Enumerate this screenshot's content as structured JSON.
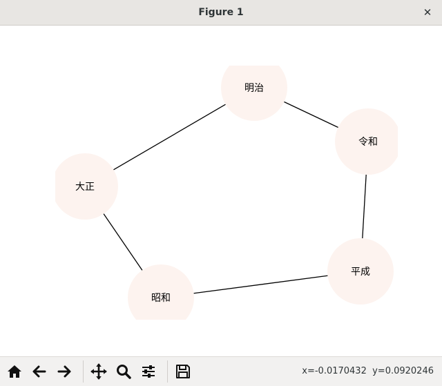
{
  "window": {
    "title": "Figure 1"
  },
  "graph": {
    "node_color": "#fdf3ef",
    "edge_color": "#000000",
    "nodes": [
      {
        "id": "meiji",
        "label": "明治"
      },
      {
        "id": "reiwa",
        "label": "令和"
      },
      {
        "id": "heisei",
        "label": "平成"
      },
      {
        "id": "showa",
        "label": "昭和"
      },
      {
        "id": "taisho",
        "label": "大正"
      }
    ],
    "edges": [
      [
        "meiji",
        "reiwa"
      ],
      [
        "reiwa",
        "heisei"
      ],
      [
        "heisei",
        "showa"
      ],
      [
        "showa",
        "taisho"
      ],
      [
        "taisho",
        "meiji"
      ]
    ]
  },
  "toolbar": {
    "buttons": [
      {
        "name": "home-button",
        "icon": "home-icon"
      },
      {
        "name": "back-button",
        "icon": "arrow-left-icon"
      },
      {
        "name": "forward-button",
        "icon": "arrow-right-icon"
      },
      {
        "name": "pan-button",
        "icon": "move-icon"
      },
      {
        "name": "zoom-button",
        "icon": "magnifier-icon"
      },
      {
        "name": "configure-button",
        "icon": "sliders-icon"
      },
      {
        "name": "save-button",
        "icon": "floppy-icon"
      }
    ],
    "coordinates": "x=-0.0170432  y=0.0920246"
  }
}
